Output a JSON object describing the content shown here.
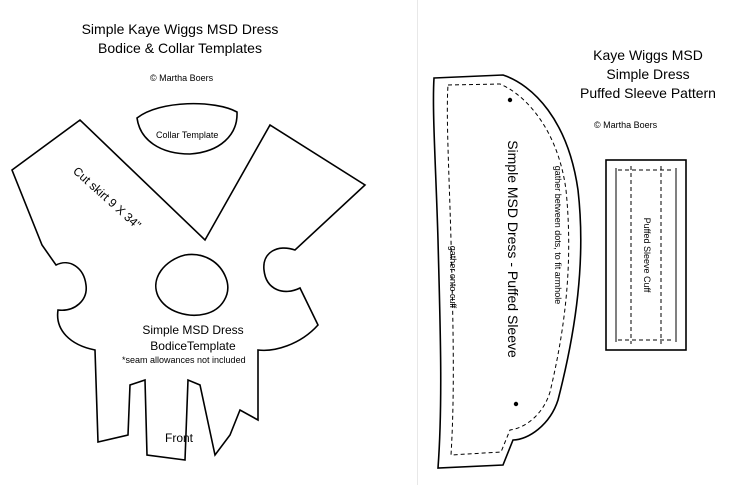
{
  "bodice_sheet": {
    "title_line1": "Simple Kaye Wiggs MSD Dress",
    "title_line2": "Bodice & Collar Templates",
    "copyright": "© Martha Boers",
    "collar_label": "Collar Template",
    "skirt_label": "Cut skirt 9 X 34\"",
    "bodice_label_line1": "Simple MSD Dress",
    "bodice_label_line2": "BodiceTemplate",
    "seam_note": "*seam allowances not included",
    "front_label": "Front"
  },
  "sleeve_sheet": {
    "title_line1": "Kaye Wiggs MSD",
    "title_line2": "Simple Dress",
    "title_line3": "Puffed Sleeve Pattern",
    "copyright": "© Martha Boers",
    "sleeve_label": "Simple MSD Dress - Puffed Sleeve",
    "gather_cuff": "gather onto cuff",
    "gather_armhole": "gather between dots, to fit armhole",
    "cuff_label": "Puffed Sleeve Cuff"
  }
}
